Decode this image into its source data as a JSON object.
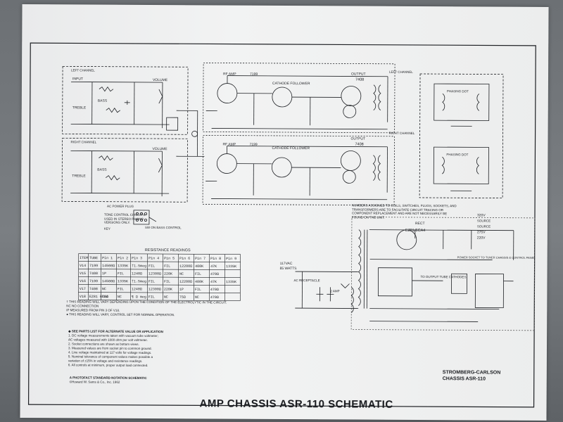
{
  "sheet": {
    "title": "AMP CHASSIS ASR-110 SCHEMATIC",
    "brand_line1": "STROMBERG-CARLSON",
    "brand_line2": "CHASSIS ASR-110",
    "footer_line1": "A PHOTOFACT STANDARD NOTATION SCHEMATIC",
    "footer_line2": "©Howard W. Sams & Co., Inc. 1962"
  },
  "channels": {
    "left_in": "LEFT CHANNEL",
    "right_in": "RIGHT CHANNEL",
    "left_out": "LEFT CHANNEL",
    "right_out": "RIGHT CHANNEL"
  },
  "stages": {
    "rf_amp": "RF AMP",
    "rf_amp_tube": "7199",
    "cathode_follower": "CATHODE FOLLOWER",
    "output": "OUTPUT",
    "output_tube": "7408",
    "rectifier": "RECT",
    "rectifier_tube": "EZ81/6CA4",
    "phasing_dot": "PHASING DOT"
  },
  "tone": {
    "input": "INPUT",
    "treble": "TREBLE",
    "bass": "BASS",
    "volume": "VOLUME",
    "ac_power_plug": "AC POWER PLUG",
    "sw_on_bass": "SW ON BASS CONTROL",
    "key": "KEY",
    "note": "TONE CONTROL CIRCUITS USED IN STEREO PHONO VERSIONS ONLY."
  },
  "power": {
    "ac_receptacle": "AC RECEPTACLE",
    "mains": "117VAC",
    "watts": "85 WATTS",
    "fuse": "2 AMP",
    "to_output": "TO OUTPUT TUBE CATHODES",
    "power_socket": "POWER SOCKET TO TUNER CHASSIS & CONTROL PANEL",
    "source": "SOURCE",
    "v320": "320V",
    "v275": "275V",
    "v220": "220V"
  },
  "annotation": "NUMBERS ASSIGNED TO COILS, SWITCHES, PLUGS, SOCKETS, AND TRANSFORMERS ARE TO FACILITATE CIRCUIT TRACING OR COMPONENT REPLACEMENT AND ARE NOT NECESSARILY BE FOUND ON THE UNIT.",
  "resistance_table": {
    "heading": "RESISTANCE READINGS",
    "columns": [
      "ITEM",
      "TUBE",
      "Pin 1",
      "Pin 2",
      "Pin 3",
      "Pin 4",
      "Pin 5",
      "Pin 6",
      "Pin 7",
      "Pin 8",
      "Pin 9"
    ],
    "rows": [
      [
        "V14",
        "7199",
        "14500Ω",
        "1335K",
        "†1.5meg",
        "FIL",
        "FIL",
        "12200Ω",
        "400K",
        "47K",
        "1335K"
      ],
      [
        "V15",
        "7408",
        "1P",
        "FIL",
        "1240Ω",
        "12300Ω",
        "220K",
        "NC",
        "FIL",
        "470Ω",
        ""
      ],
      [
        "V16",
        "7199",
        "14500Ω",
        "1335K",
        "†1.5meg",
        "FIL",
        "FIL",
        "12200Ω",
        "400K",
        "47K",
        "1335K"
      ],
      [
        "V17",
        "7408",
        "NC",
        "FIL",
        "1240Ω",
        "12300Ω",
        "220K",
        "1P",
        "FIL",
        "470Ω",
        ""
      ],
      [
        "V18",
        "EZ81 6CA4",
        "75Ω",
        "NC",
        "¶ Ω meg",
        "FIL",
        "NC",
        "75Ω",
        "NC",
        "470Ω",
        ""
      ]
    ]
  },
  "legend": [
    "†   THIS READING WILL VARY DEPENDING UPON THE CONDITION OF THE ELECTROLYTIC IN THE CIRCUIT.",
    "NC  NO CONNECTION",
    "IP  MEASURED FROM PIN 3 OF V18.",
    "●   THIS READING WILL VARY, CONTROL SET FOR NORMAL OPERATION."
  ],
  "notes_header": "◆ SEE PARTS LIST FOR ALTERNATE VALUE OR APPLICATION",
  "notes": [
    "1. DC voltage measurements taken with vacuum tube voltmeter;",
    "   AC voltages measured with 1000 ohm per volt voltmeter.",
    "2. Socket connections are shown as bottom views.",
    "3. Measured values are from socket pin to common ground.",
    "4. Line voltage maintained at 117 volts for voltage readings.",
    "5. Nominal tolerance of component values makes possible a",
    "   variation of ±15% in voltage and resistance readings.",
    "6. All controls at minimum, proper output load connected."
  ]
}
